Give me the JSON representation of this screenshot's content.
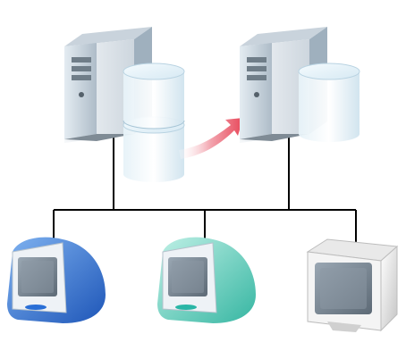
{
  "diagram": {
    "servers": [
      {
        "id": "server-left",
        "icon": "tower-server-icon",
        "storage": "storage-cylinder-stack-icon"
      },
      {
        "id": "server-right",
        "icon": "tower-server-icon",
        "storage": "storage-cylinder-icon"
      }
    ],
    "replication": {
      "icon": "replication-arrow-icon",
      "direction": "left-to-right",
      "color": "#e8485a"
    },
    "clients": [
      {
        "id": "client-1",
        "icon": "imac-blueberry-icon",
        "color": "#2a6fd6"
      },
      {
        "id": "client-2",
        "icon": "imac-teal-icon",
        "color": "#2ab6a6"
      },
      {
        "id": "client-3",
        "icon": "crt-monitor-icon",
        "color": "#d8d8d8"
      }
    ],
    "network": {
      "icon": "network-lines",
      "color": "#000000"
    }
  }
}
